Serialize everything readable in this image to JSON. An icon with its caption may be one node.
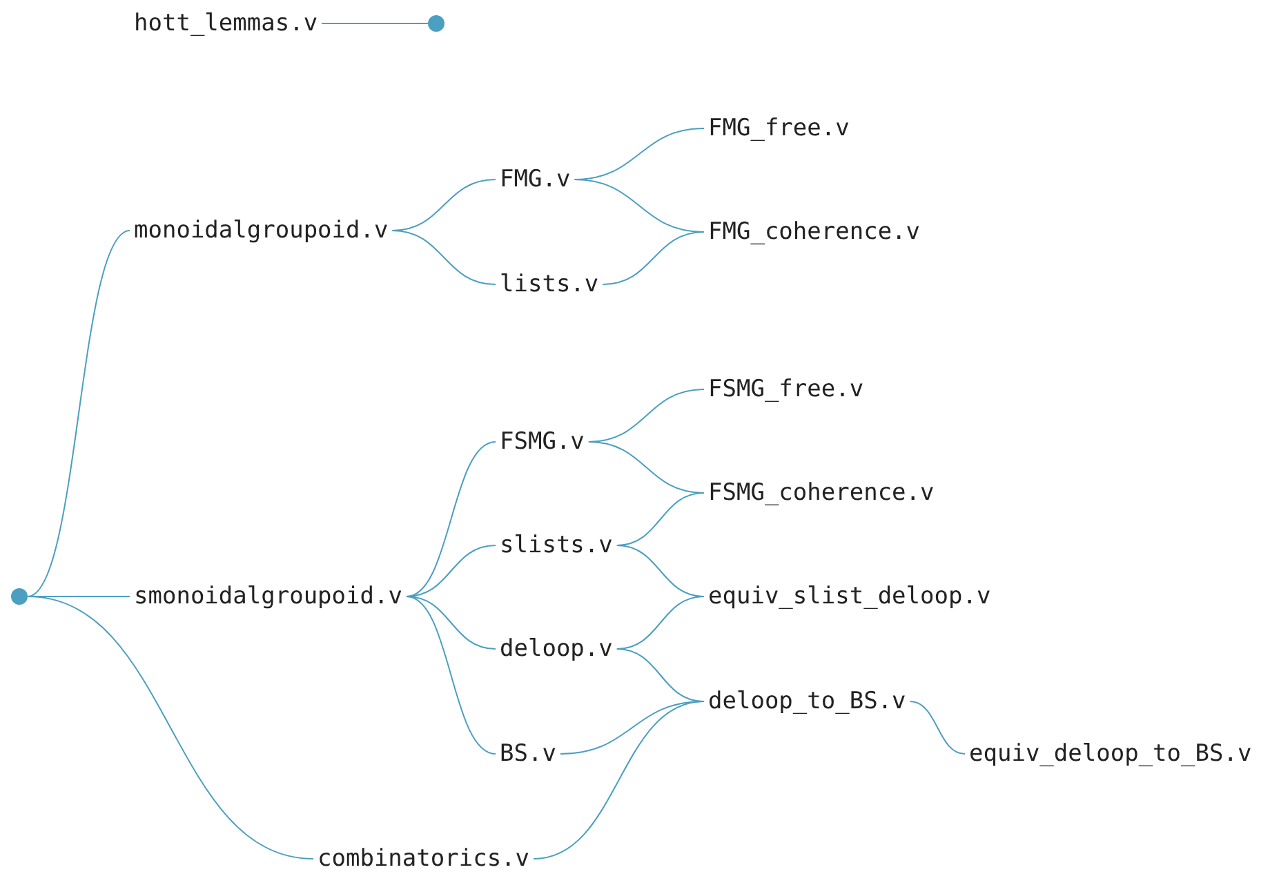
{
  "diagram": {
    "nodes": [
      {
        "text": [
          "hott_lemmas.v"
        ]
      },
      {
        "text": [],
        "shape": "circle"
      },
      {
        "text": [],
        "shape": "circle"
      },
      {
        "text": [
          "monoidalgroupoid.v"
        ]
      },
      {
        "text": [
          "FMG.v"
        ]
      },
      {
        "text": [
          "lists.v"
        ]
      },
      {
        "text": [
          "FMG_free.v"
        ]
      },
      {
        "text": [
          "FMG_coherence.v"
        ]
      },
      {
        "text": [
          "smonoidalgroupoid.v"
        ]
      },
      {
        "text": [
          "FSMG.v"
        ]
      },
      {
        "text": [
          "slists.v"
        ]
      },
      {
        "text": [
          "deloop.v"
        ]
      },
      {
        "text": [
          "BS.v"
        ]
      },
      {
        "text": [
          "FSMG_free.v"
        ]
      },
      {
        "text": [
          "FSMG_coherence.v"
        ]
      },
      {
        "text": [
          "equiv_slist_deloop.v"
        ]
      },
      {
        "text": [
          "deloop_to_BS.v"
        ]
      },
      {
        "text": [
          "equiv_deloop_to_BS.v"
        ]
      },
      {
        "text": [
          "combinatorics.v"
        ]
      }
    ],
    "edges": [
      {
        "from": 0,
        "to": 1,
        "arrow": "none"
      },
      {
        "from": 2,
        "to": 3,
        "arrow": "none"
      },
      {
        "from": 2,
        "to": 8,
        "arrow": "none"
      },
      {
        "from": 2,
        "to": 18,
        "arrow": "none"
      },
      {
        "from": 3,
        "to": 4,
        "arrow": "none"
      },
      {
        "from": 3,
        "to": 5,
        "arrow": "none"
      },
      {
        "from": 4,
        "to": 6,
        "arrow": "none"
      },
      {
        "from": 4,
        "to": 7,
        "arrow": "none"
      },
      {
        "from": 5,
        "to": 7,
        "arrow": "none"
      },
      {
        "from": 8,
        "to": 9,
        "arrow": "none"
      },
      {
        "from": 8,
        "to": 10,
        "arrow": "none"
      },
      {
        "from": 8,
        "to": 11,
        "arrow": "none"
      },
      {
        "from": 8,
        "to": 12,
        "arrow": "none"
      },
      {
        "from": 9,
        "to": 13,
        "arrow": "none"
      },
      {
        "from": 9,
        "to": 14,
        "arrow": "none"
      },
      {
        "from": 10,
        "to": 14,
        "arrow": "none"
      },
      {
        "from": 10,
        "to": 15,
        "arrow": "none"
      },
      {
        "from": 11,
        "to": 15,
        "arrow": "none"
      },
      {
        "from": 11,
        "to": 16,
        "arrow": "none"
      },
      {
        "from": 12,
        "to": 16,
        "arrow": "none"
      },
      {
        "from": 18,
        "to": 16,
        "arrow": "none"
      },
      {
        "from": 16,
        "to": 17,
        "arrow": "none"
      }
    ]
  }
}
